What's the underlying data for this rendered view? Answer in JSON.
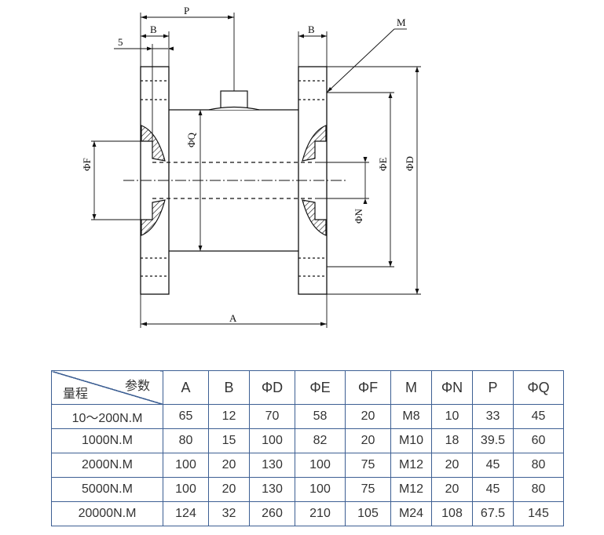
{
  "drawing": {
    "labels": {
      "P": "P",
      "B_left": "B",
      "B_right": "B",
      "five": "5",
      "M": "M",
      "phiF": "ΦF",
      "phiQ": "ΦQ",
      "phiE": "ΦE",
      "phiD": "ΦD",
      "phiN": "ΦN",
      "A": "A"
    }
  },
  "table": {
    "corner_top": "参数",
    "corner_bottom": "量程",
    "headers": [
      "A",
      "B",
      "ΦD",
      "ΦE",
      "ΦF",
      "M",
      "ΦN",
      "P",
      "ΦQ"
    ],
    "rows": [
      [
        "10～200N.M",
        "65",
        "12",
        "70",
        "58",
        "20",
        "M8",
        "10",
        "33",
        "45"
      ],
      [
        "1000N.M",
        "80",
        "15",
        "100",
        "82",
        "20",
        "M10",
        "18",
        "39.5",
        "60"
      ],
      [
        "2000N.M",
        "100",
        "20",
        "130",
        "100",
        "75",
        "M12",
        "20",
        "45",
        "80"
      ],
      [
        "5000N.M",
        "100",
        "20",
        "130",
        "100",
        "75",
        "M12",
        "20",
        "45",
        "80"
      ],
      [
        "20000N.M",
        "124",
        "32",
        "260",
        "210",
        "105",
        "M24",
        "108",
        "67.5",
        "145"
      ]
    ]
  }
}
